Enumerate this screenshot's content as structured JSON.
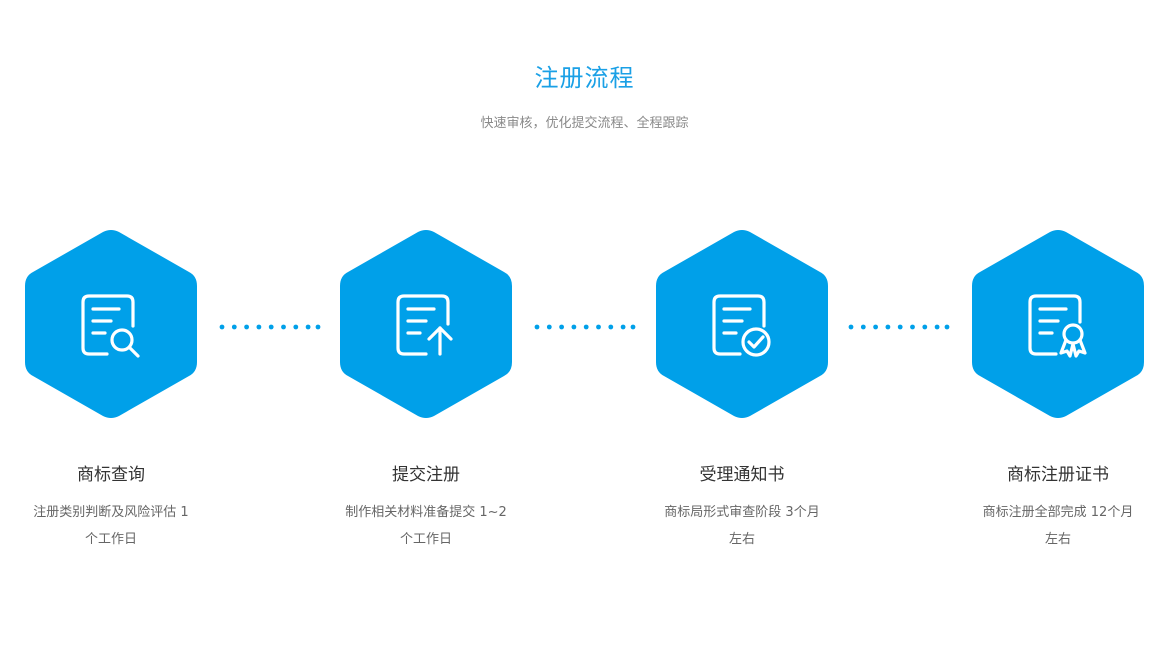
{
  "title": "注册流程",
  "subtitle": "快速审核，优化提交流程、全程跟踪",
  "accent_color": "#00a0e9",
  "steps": [
    {
      "icon": "document-search-icon",
      "name": "商标查询",
      "desc_line1": "注册类别判断及风险评估 1",
      "desc_line2": "个工作日"
    },
    {
      "icon": "document-upload-icon",
      "name": "提交注册",
      "desc_line1": "制作相关材料准备提交 1~2",
      "desc_line2": "个工作日"
    },
    {
      "icon": "document-check-icon",
      "name": "受理通知书",
      "desc_line1": "商标局形式审查阶段 3个月",
      "desc_line2": "左右"
    },
    {
      "icon": "document-certificate-icon",
      "name": "商标注册证书",
      "desc_line1": "商标注册全部完成 12个月",
      "desc_line2": "左右"
    }
  ]
}
